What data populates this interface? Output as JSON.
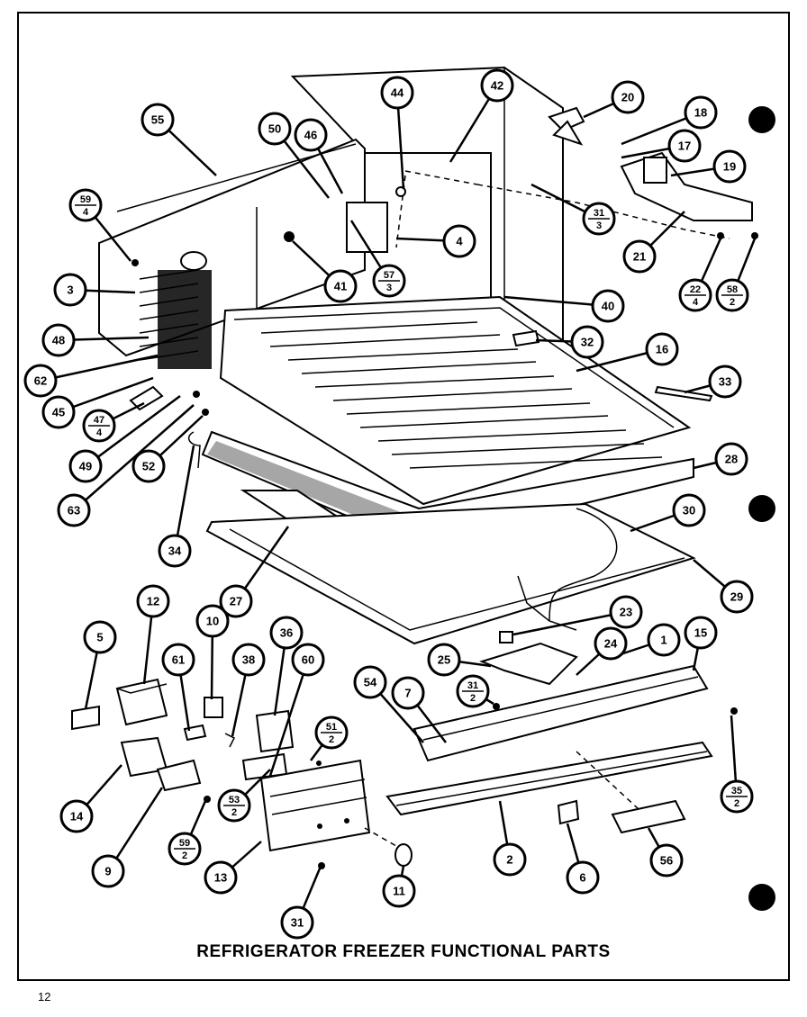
{
  "title": "REFRIGERATOR FREEZER FUNCTIONAL PARTS",
  "page_number": "12",
  "callouts": [
    {
      "label": "55"
    },
    {
      "label": "50"
    },
    {
      "label": "46"
    },
    {
      "label": "44"
    },
    {
      "label": "42"
    },
    {
      "label": "20"
    },
    {
      "label": "18"
    },
    {
      "label": "17"
    },
    {
      "label": "19"
    },
    {
      "label": "59",
      "sub": "4"
    },
    {
      "label": "31",
      "sub": "3"
    },
    {
      "label": "3"
    },
    {
      "label": "4"
    },
    {
      "label": "41"
    },
    {
      "label": "57",
      "sub": "3"
    },
    {
      "label": "21"
    },
    {
      "label": "22",
      "sub": "4"
    },
    {
      "label": "58",
      "sub": "2"
    },
    {
      "label": "48"
    },
    {
      "label": "40"
    },
    {
      "label": "32"
    },
    {
      "label": "16"
    },
    {
      "label": "62"
    },
    {
      "label": "45"
    },
    {
      "label": "47",
      "sub": "4"
    },
    {
      "label": "33"
    },
    {
      "label": "49"
    },
    {
      "label": "52"
    },
    {
      "label": "28"
    },
    {
      "label": "63"
    },
    {
      "label": "30"
    },
    {
      "label": "34"
    },
    {
      "label": "27"
    },
    {
      "label": "29"
    },
    {
      "label": "12"
    },
    {
      "label": "5"
    },
    {
      "label": "36"
    },
    {
      "label": "23"
    },
    {
      "label": "10"
    },
    {
      "label": "61"
    },
    {
      "label": "38"
    },
    {
      "label": "1"
    },
    {
      "label": "15"
    },
    {
      "label": "24"
    },
    {
      "label": "25"
    },
    {
      "label": "60"
    },
    {
      "label": "54"
    },
    {
      "label": "7"
    },
    {
      "label": "31",
      "sub": "2"
    },
    {
      "label": "51",
      "sub": "2"
    },
    {
      "label": "53",
      "sub": "2"
    },
    {
      "label": "14"
    },
    {
      "label": "59",
      "sub": "2"
    },
    {
      "label": "35",
      "sub": "2"
    },
    {
      "label": "9"
    },
    {
      "label": "2"
    },
    {
      "label": "6"
    },
    {
      "label": "56"
    },
    {
      "label": "13"
    },
    {
      "label": "31"
    },
    {
      "label": "11"
    }
  ]
}
